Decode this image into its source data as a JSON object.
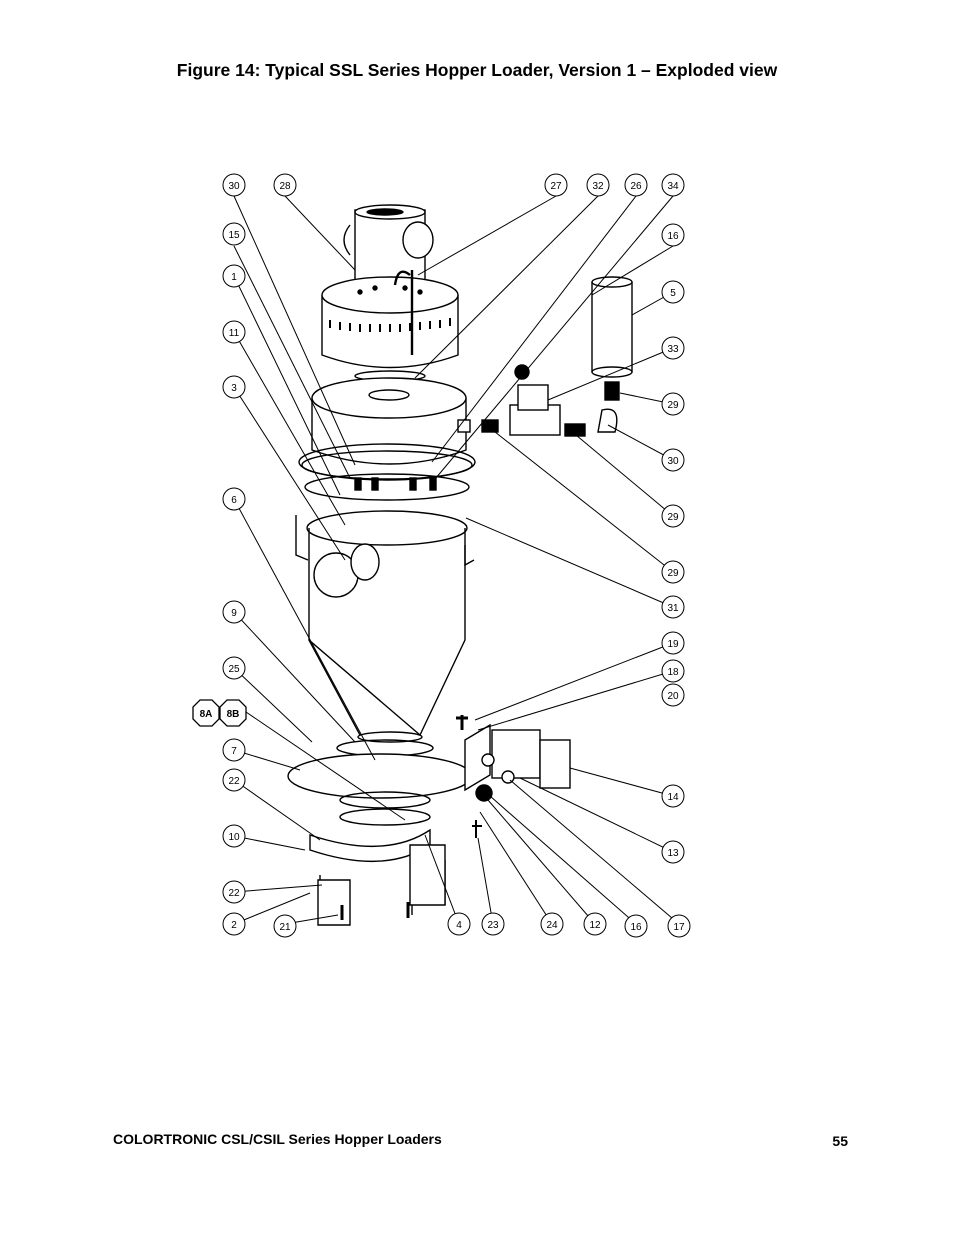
{
  "document": {
    "title": "Figure 14:  Typical SSL Series Hopper Loader, Version 1 – Exploded view",
    "footer_left": "COLORTRONIC CSL/CSIL Series Hopper Loaders",
    "page_number": "55"
  },
  "figure": {
    "callouts": [
      {
        "label": "30"
      },
      {
        "label": "28"
      },
      {
        "label": "27"
      },
      {
        "label": "32"
      },
      {
        "label": "26"
      },
      {
        "label": "34"
      },
      {
        "label": "15"
      },
      {
        "label": "16"
      },
      {
        "label": "1"
      },
      {
        "label": "5"
      },
      {
        "label": "11"
      },
      {
        "label": "33"
      },
      {
        "label": "3"
      },
      {
        "label": "29"
      },
      {
        "label": "30"
      },
      {
        "label": "6"
      },
      {
        "label": "29"
      },
      {
        "label": "29"
      },
      {
        "label": "31"
      },
      {
        "label": "9"
      },
      {
        "label": "19"
      },
      {
        "label": "25"
      },
      {
        "label": "18"
      },
      {
        "label": "20"
      },
      {
        "label": "7"
      },
      {
        "label": "22"
      },
      {
        "label": "14"
      },
      {
        "label": "10"
      },
      {
        "label": "13"
      },
      {
        "label": "22"
      },
      {
        "label": "2"
      },
      {
        "label": "21"
      },
      {
        "label": "4"
      },
      {
        "label": "23"
      },
      {
        "label": "24"
      },
      {
        "label": "12"
      },
      {
        "label": "16"
      },
      {
        "label": "17"
      }
    ],
    "octagons": [
      {
        "label": "8A"
      },
      {
        "label": "8B"
      }
    ]
  }
}
